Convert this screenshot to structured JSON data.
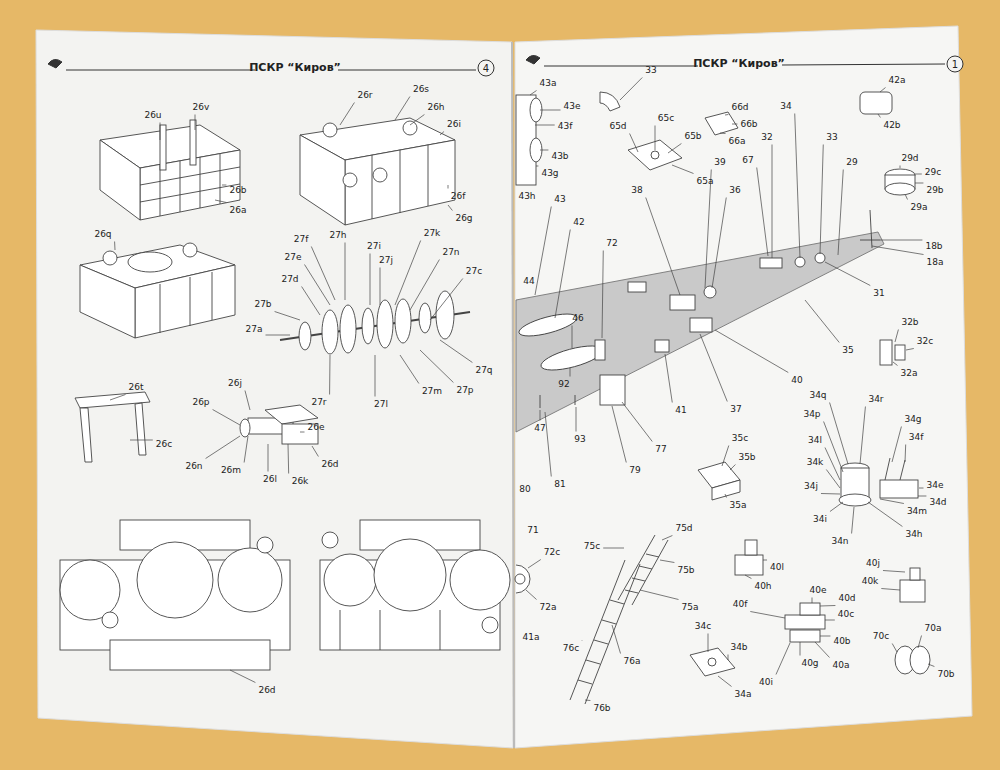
{
  "diagram": {
    "title": "ПСКР “Киров”",
    "nodes": [
      {
        "text": [
          "4"
        ]
      },
      {
        "text": [
          "1"
        ]
      }
    ],
    "labels": [
      "ПСКР “Киров”",
      "26u",
      "26v",
      "26b",
      "26a",
      "26r",
      "26s",
      "26h",
      "26i",
      "26f",
      "26g",
      "26q",
      "27f",
      "27h",
      "27i",
      "27k",
      "27n",
      "27e",
      "27j",
      "27c",
      "27d",
      "27b",
      "27a",
      "27r",
      "27l",
      "27m",
      "27p",
      "27q",
      "26t",
      "26c",
      "26j",
      "26p",
      "26e",
      "26n",
      "26m",
      "26l",
      "26k",
      "26d",
      "26d",
      "33",
      "43a",
      "43e",
      "43f",
      "43b",
      "43g",
      "43h",
      "66d",
      "66b",
      "66a",
      "65c",
      "65d",
      "65b",
      "65a",
      "32",
      "34",
      "33",
      "42a",
      "42b",
      "29d",
      "29c",
      "29b",
      "29a",
      "39",
      "67",
      "29",
      "38",
      "36",
      "43",
      "42",
      "72",
      "18b",
      "18a",
      "44",
      "31",
      "46",
      "32b",
      "32c",
      "32a",
      "35",
      "92",
      "40",
      "41",
      "37",
      "34q",
      "34p",
      "34r",
      "34g",
      "34f",
      "34l",
      "34k",
      "34j",
      "34i",
      "34n",
      "34e",
      "34d",
      "34m",
      "34h",
      "47",
      "93",
      "77",
      "79",
      "81",
      "80",
      "35c",
      "35b",
      "35a",
      "75d",
      "75c",
      "75b",
      "75a",
      "40l",
      "40h",
      "40j",
      "40k",
      "40f",
      "40e",
      "40d",
      "40c",
      "40b",
      "40a",
      "40g",
      "40i",
      "72c",
      "72a",
      "71",
      "41a",
      "76c",
      "76a",
      "76b",
      "34c",
      "34b",
      "34a",
      "70c",
      "70a",
      "70b"
    ]
  }
}
